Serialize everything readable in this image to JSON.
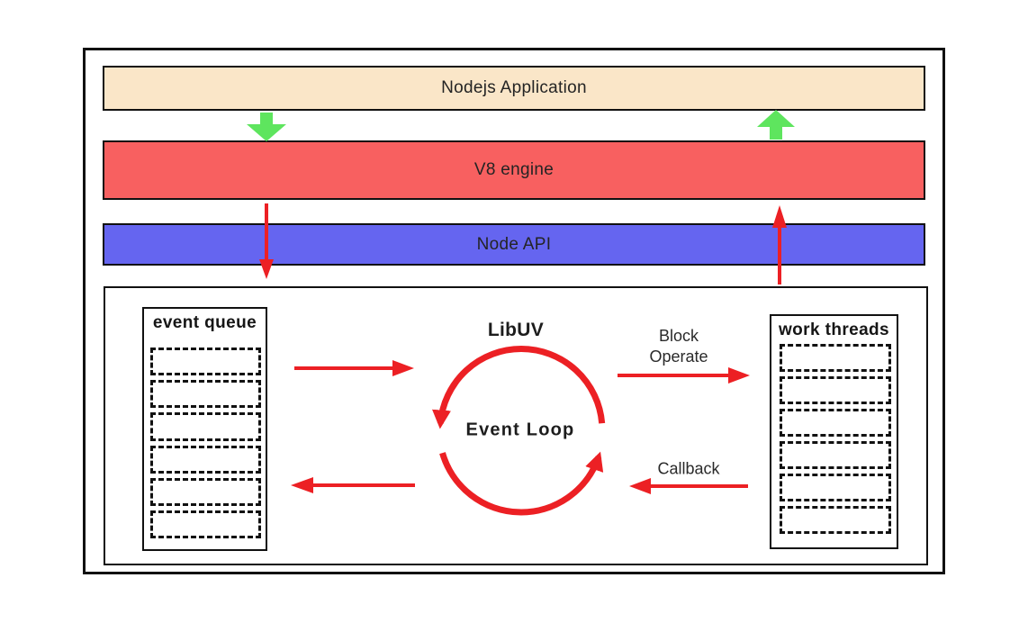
{
  "layers": {
    "app": {
      "label": "Nodejs Application",
      "fill": "#FAE6C8"
    },
    "v8": {
      "label": "V8 engine",
      "fill": "#F86060"
    },
    "node_api": {
      "label": "Node API",
      "fill": "#6565F0"
    }
  },
  "libuv": {
    "title": "LibUV",
    "event_loop": {
      "label": "Event Loop"
    },
    "event_queue": {
      "title": "event queue",
      "slot_count": 6
    },
    "work_threads": {
      "title": "work threads",
      "slot_count": 6
    },
    "flow_labels": {
      "block_operate": [
        "Block",
        "Operate"
      ],
      "callback": "Callback"
    }
  },
  "colors": {
    "border": "#111111",
    "text": "#242424",
    "green_arrow": "#5EE55E",
    "red_arrow": "#EC2024"
  }
}
